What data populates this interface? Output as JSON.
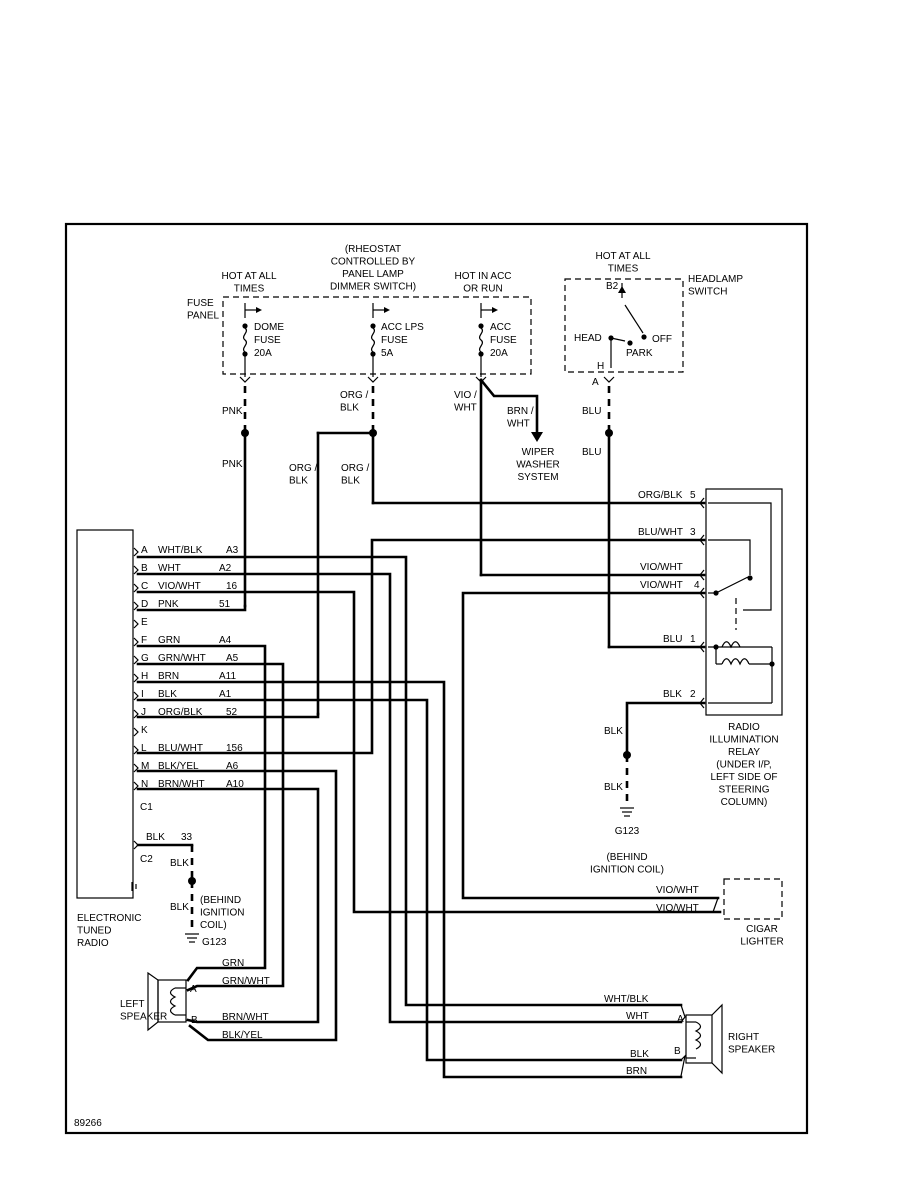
{
  "diagram": {
    "figure_id": "89266",
    "fuse_panel": {
      "label": "FUSE PANEL",
      "hot_all_times": "HOT AT ALL TIMES",
      "rheostat_note": "(RHEOSTAT CONTROLLED BY PANEL LAMP DIMMER SWITCH)",
      "hot_acc_run": "HOT IN ACC OR RUN",
      "fuses": [
        {
          "name": "DOME",
          "label": "FUSE",
          "amps": "20A"
        },
        {
          "name": "ACC LPS",
          "label": "FUSE",
          "amps": "5A"
        },
        {
          "name": "ACC",
          "label": "FUSE",
          "amps": "20A"
        }
      ]
    },
    "headlamp_switch": {
      "label": "HEADLAMP SWITCH",
      "hot_all_times": "HOT AT ALL TIMES",
      "terminal_b2": "B2",
      "terminal_h": "H",
      "terminal_a": "A",
      "pos_head": "HEAD",
      "pos_park": "PARK",
      "pos_off": "OFF"
    },
    "wires_top": {
      "pnk_upper": "PNK",
      "pnk_lower": "PNK",
      "org_blk_upper": "ORG / BLK",
      "org_blk_left": "ORG / BLK",
      "org_blk_right": "ORG / BLK",
      "vio_wht": "VIO / WHT",
      "brn_wht": "BRN / WHT",
      "blu_upper": "BLU",
      "blu_lower": "BLU"
    },
    "wiper_washer": "WIPER WASHER SYSTEM",
    "radio": {
      "label": "ELECTRONIC TUNED RADIO",
      "connector_c1": "C1",
      "connector_c2": "C2",
      "pins": [
        {
          "pin": "A",
          "wire": "WHT/BLK",
          "circuit": "A3"
        },
        {
          "pin": "B",
          "wire": "WHT",
          "circuit": "A2"
        },
        {
          "pin": "C",
          "wire": "VIO/WHT",
          "circuit": "16"
        },
        {
          "pin": "D",
          "wire": "PNK",
          "circuit": "51"
        },
        {
          "pin": "E",
          "wire": "",
          "circuit": ""
        },
        {
          "pin": "F",
          "wire": "GRN",
          "circuit": "A4"
        },
        {
          "pin": "G",
          "wire": "GRN/WHT",
          "circuit": "A5"
        },
        {
          "pin": "H",
          "wire": "BRN",
          "circuit": "A11"
        },
        {
          "pin": "I",
          "wire": "BLK",
          "circuit": "A1"
        },
        {
          "pin": "J",
          "wire": "ORG/BLK",
          "circuit": "52"
        },
        {
          "pin": "K",
          "wire": "",
          "circuit": ""
        },
        {
          "pin": "L",
          "wire": "BLU/WHT",
          "circuit": "156"
        },
        {
          "pin": "M",
          "wire": "BLK/YEL",
          "circuit": "A6"
        },
        {
          "pin": "N",
          "wire": "BRN/WHT",
          "circuit": "A10"
        }
      ],
      "c2_wire": "BLK",
      "c2_circuit": "33",
      "c2_ground_wire_upper": "BLK",
      "c2_ground_wire_lower": "BLK",
      "c2_ground_note": "(BEHIND IGNITION COIL)",
      "c2_ground": "G123"
    },
    "relay": {
      "label": "RADIO ILLUMINATION RELAY (UNDER I/P, LEFT SIDE OF STEERING COLUMN)",
      "pins": [
        {
          "wire": "ORG/BLK",
          "pin": "5"
        },
        {
          "wire": "BLU/WHT",
          "pin": "3"
        },
        {
          "wire": "VIO/WHT",
          "pin": ""
        },
        {
          "wire": "VIO/WHT",
          "pin": "4"
        },
        {
          "wire": "BLU",
          "pin": "1"
        },
        {
          "wire": "BLK",
          "pin": "2"
        }
      ],
      "ground_wire_upper": "BLK",
      "ground_wire_lower": "BLK",
      "ground": "G123",
      "ground_note": "(BEHIND IGNITION COIL)"
    },
    "cigar_lighter": {
      "label": "CIGAR LIGHTER",
      "wire_upper": "VIO/WHT",
      "wire_lower": "VIO/WHT"
    },
    "left_speaker": {
      "label": "LEFT SPEAKER",
      "term_a": "A",
      "term_b": "B",
      "wires": [
        "GRN",
        "GRN/WHT",
        "BRN/WHT",
        "BLK/YEL"
      ]
    },
    "right_speaker": {
      "label": "RIGHT SPEAKER",
      "term_a": "A",
      "term_b": "B",
      "wires": [
        "WHT/BLK",
        "WHT",
        "BLK",
        "BRN"
      ]
    }
  }
}
